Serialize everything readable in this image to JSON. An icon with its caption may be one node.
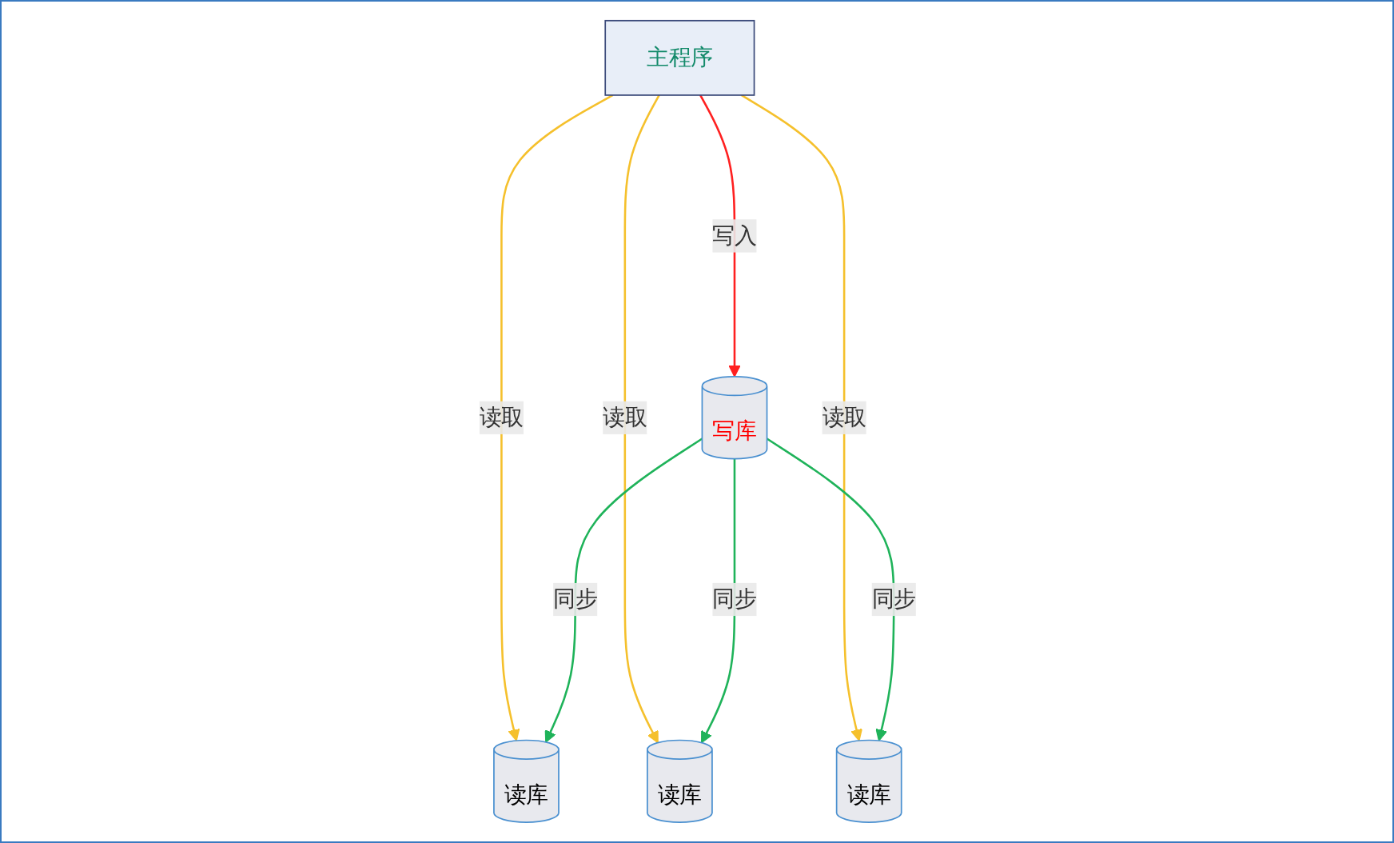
{
  "diagram": {
    "nodes": [
      {
        "text": [
          "主程序"
        ]
      },
      {
        "text": [
          "读库"
        ]
      },
      {
        "text": [
          "写库"
        ]
      },
      {
        "text": [
          "读库"
        ]
      },
      {
        "text": [
          "读库"
        ]
      }
    ],
    "edges": [
      {
        "from": 0,
        "to": 1,
        "arrow": "to",
        "label": "读取",
        "color": "#f5c02c"
      },
      {
        "from": 0,
        "to": 2,
        "arrow": "to",
        "label": "写入",
        "color": "#ff2020"
      },
      {
        "from": 0,
        "to": 3,
        "arrow": "to",
        "label": "读取",
        "color": "#f5c02c"
      },
      {
        "from": 0,
        "to": 4,
        "arrow": "to",
        "label": "读取",
        "color": "#f5c02c"
      },
      {
        "from": 2,
        "to": 3,
        "arrow": "to",
        "label": "同步",
        "color": "#1fb35a"
      },
      {
        "from": 2,
        "to": 1,
        "arrow": "to",
        "label": "同步",
        "color": "#1fb35a"
      },
      {
        "from": 2,
        "to": 4,
        "arrow": "to",
        "label": "同步",
        "color": "#1fb35a"
      }
    ]
  }
}
